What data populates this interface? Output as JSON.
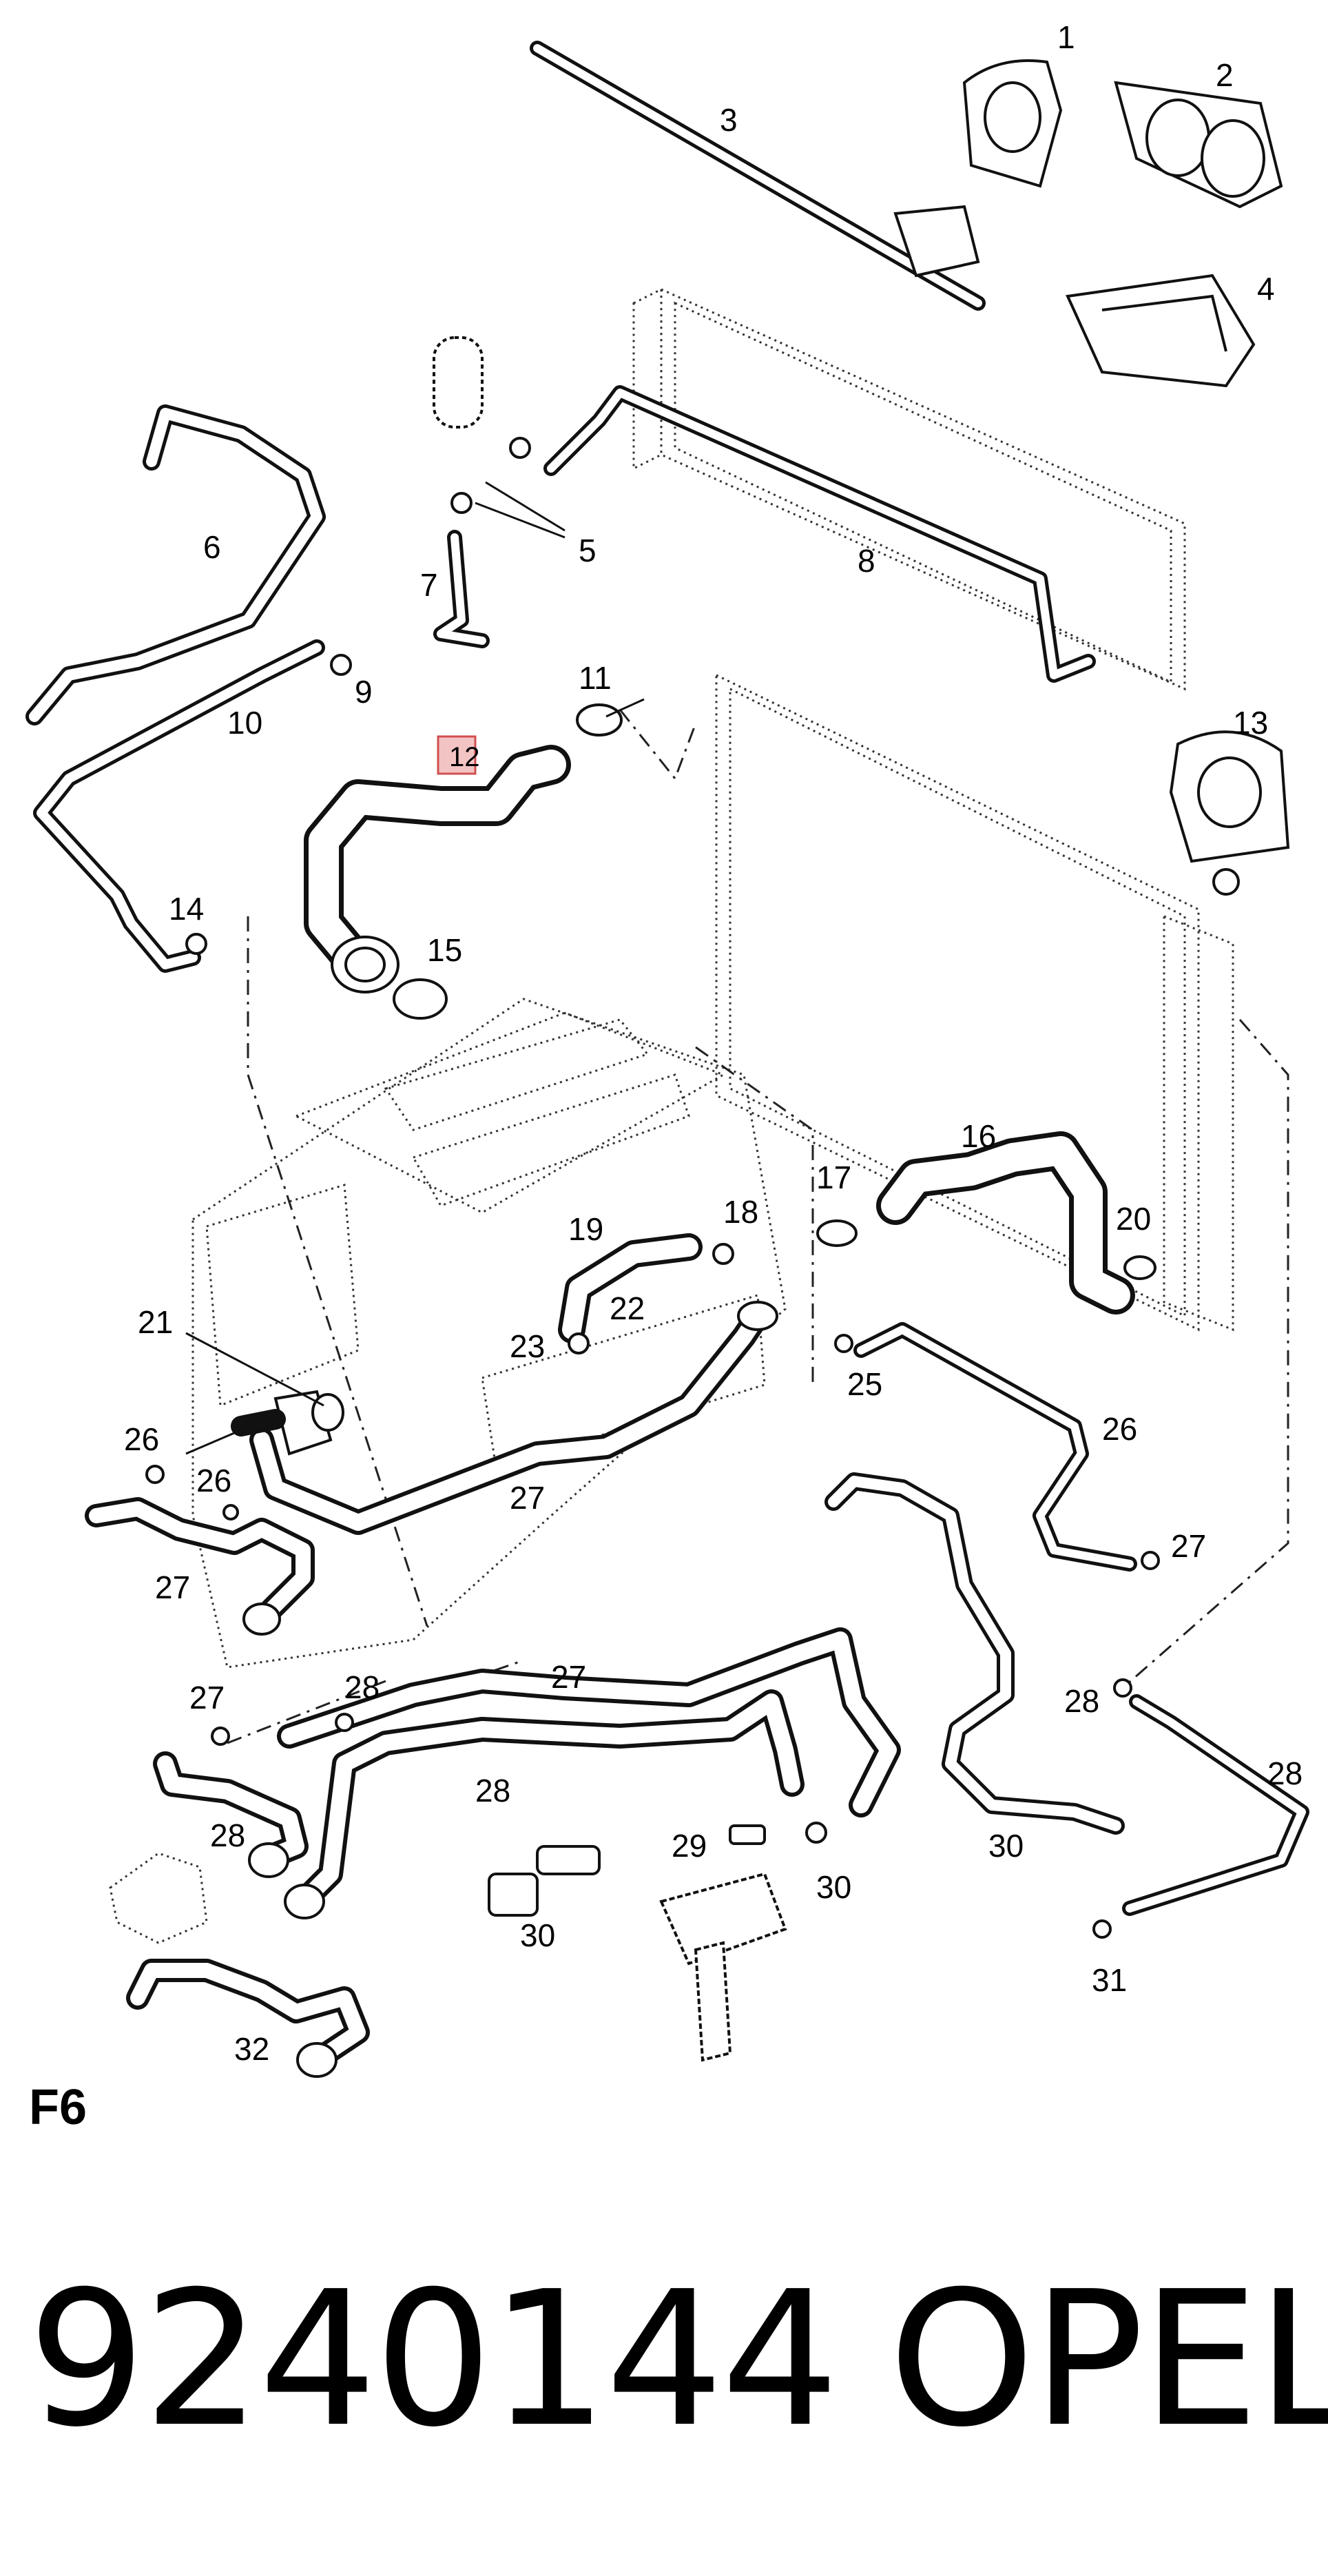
{
  "diagram": {
    "figure_label": "F6",
    "part_number": "9240144",
    "brand": "OPEL",
    "highlight_color": "#e07070",
    "callouts": [
      "1",
      "2",
      "3",
      "4",
      "5",
      "6",
      "7",
      "8",
      "9",
      "10",
      "11",
      "12",
      "13",
      "14",
      "15",
      "16",
      "17",
      "18",
      "19",
      "20",
      "21",
      "22",
      "23",
      "25",
      "26",
      "26",
      "26",
      "27",
      "27",
      "27",
      "27",
      "27",
      "28",
      "28",
      "28",
      "28",
      "28",
      "29",
      "30",
      "30",
      "30",
      "31",
      "32"
    ]
  }
}
